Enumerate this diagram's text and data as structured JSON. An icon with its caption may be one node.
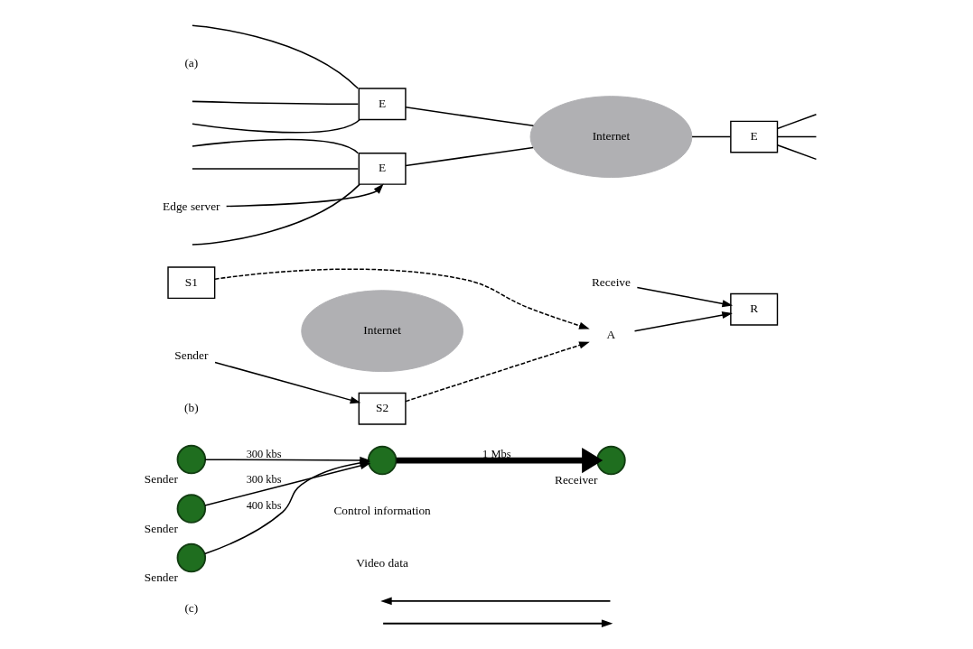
{
  "diagram": {
    "nodes": [
      {
        "text": [
          "Internet"
        ]
      },
      {
        "text": [
          "E"
        ]
      },
      {
        "text": [
          "E"
        ]
      },
      {
        "text": [
          "E"
        ]
      },
      {
        "text": [
          "Edge server"
        ]
      },
      {
        "text": [
          "Internet"
        ]
      },
      {
        "text": [
          "S1"
        ]
      },
      {
        "text": [
          "R"
        ]
      },
      {
        "text": [
          "S2"
        ]
      },
      {
        "text": [
          "A"
        ]
      },
      {
        "text": [
          "Receive"
        ]
      },
      {
        "text": [
          "Sender"
        ]
      },
      {
        "text": [
          "Sender"
        ]
      },
      {
        "text": [
          "Sender"
        ]
      },
      {
        "text": [
          "Sender"
        ]
      },
      {
        "text": [],
        "shape": "circle"
      },
      {
        "text": [
          "Receiver"
        ]
      }
    ],
    "edges": [
      {
        "from": 1,
        "to": 0,
        "arrow": "none"
      },
      {
        "from": null,
        "to": 1,
        "arrow": "none"
      },
      {
        "from": null,
        "to": 1,
        "arrow": "none"
      },
      {
        "from": null,
        "to": 1,
        "arrow": "none"
      },
      {
        "from": 2,
        "to": 0,
        "arrow": "none"
      },
      {
        "from": null,
        "to": 2,
        "arrow": "none"
      },
      {
        "from": null,
        "to": 2,
        "arrow": "none"
      },
      {
        "from": null,
        "to": 2,
        "arrow": "none"
      },
      {
        "from": 0,
        "to": 3,
        "arrow": "none"
      },
      {
        "from": 3,
        "to": null,
        "arrow": "none"
      },
      {
        "from": 3,
        "to": null,
        "arrow": "none"
      },
      {
        "from": 3,
        "to": null,
        "arrow": "none"
      },
      {
        "from": 4,
        "to": 2,
        "arrow": "to"
      },
      {
        "from": 6,
        "to": 9,
        "arrow": "to",
        "style": "dashed"
      },
      {
        "from": 8,
        "to": 9,
        "arrow": "to",
        "style": "dashed"
      },
      {
        "from": 9,
        "to": 7,
        "arrow": "to"
      },
      {
        "from": 10,
        "to": 7,
        "arrow": "to"
      },
      {
        "from": 11,
        "to": 8,
        "arrow": "to"
      },
      {
        "from": 12,
        "to": 15,
        "arrow": "to",
        "label": "400 kbs"
      },
      {
        "from": 13,
        "to": 15,
        "arrow": "to",
        "label": "300 kbs"
      },
      {
        "from": 14,
        "to": 15,
        "arrow": "to",
        "label": "300 kbs"
      },
      {
        "from": 15,
        "to": 16,
        "arrow": "to",
        "label": "1 Mbs",
        "style": "thick"
      }
    ],
    "labels": [
      "(a)",
      "(b)",
      "Control information",
      "Video data",
      "(c)"
    ]
  }
}
